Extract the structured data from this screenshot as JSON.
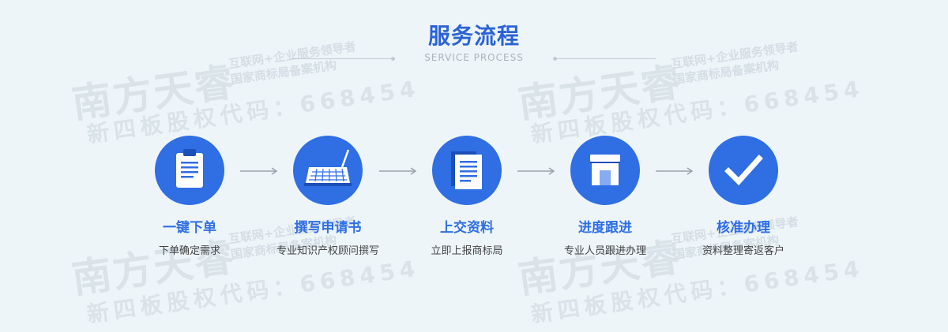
{
  "header": {
    "title": "服务流程",
    "subtitle": "SERVICE PROCESS"
  },
  "watermark": {
    "brand": "南方天睿",
    "line1": "互联网+企业服务领导者",
    "line2": "国家商标局备案机构",
    "code": "668454",
    "bottom": "新四板股权代码："
  },
  "steps": [
    {
      "title": "一键下单",
      "desc": "下单确定需求",
      "icon": "clipboard-icon"
    },
    {
      "title": "撰写申请书",
      "desc": "专业知识产权顾问撰写",
      "icon": "laptop-icon"
    },
    {
      "title": "上交资料",
      "desc": "立即上报商标局",
      "icon": "document-icon"
    },
    {
      "title": "进度跟进",
      "desc": "专业人员跟进办理",
      "icon": "store-icon"
    },
    {
      "title": "核准办理",
      "desc": "资料整理寄返客户",
      "icon": "checkmark-icon"
    }
  ],
  "colors": {
    "accent": "#2f6ee3",
    "title": "#2b63d6",
    "background": "#edf5f9"
  }
}
